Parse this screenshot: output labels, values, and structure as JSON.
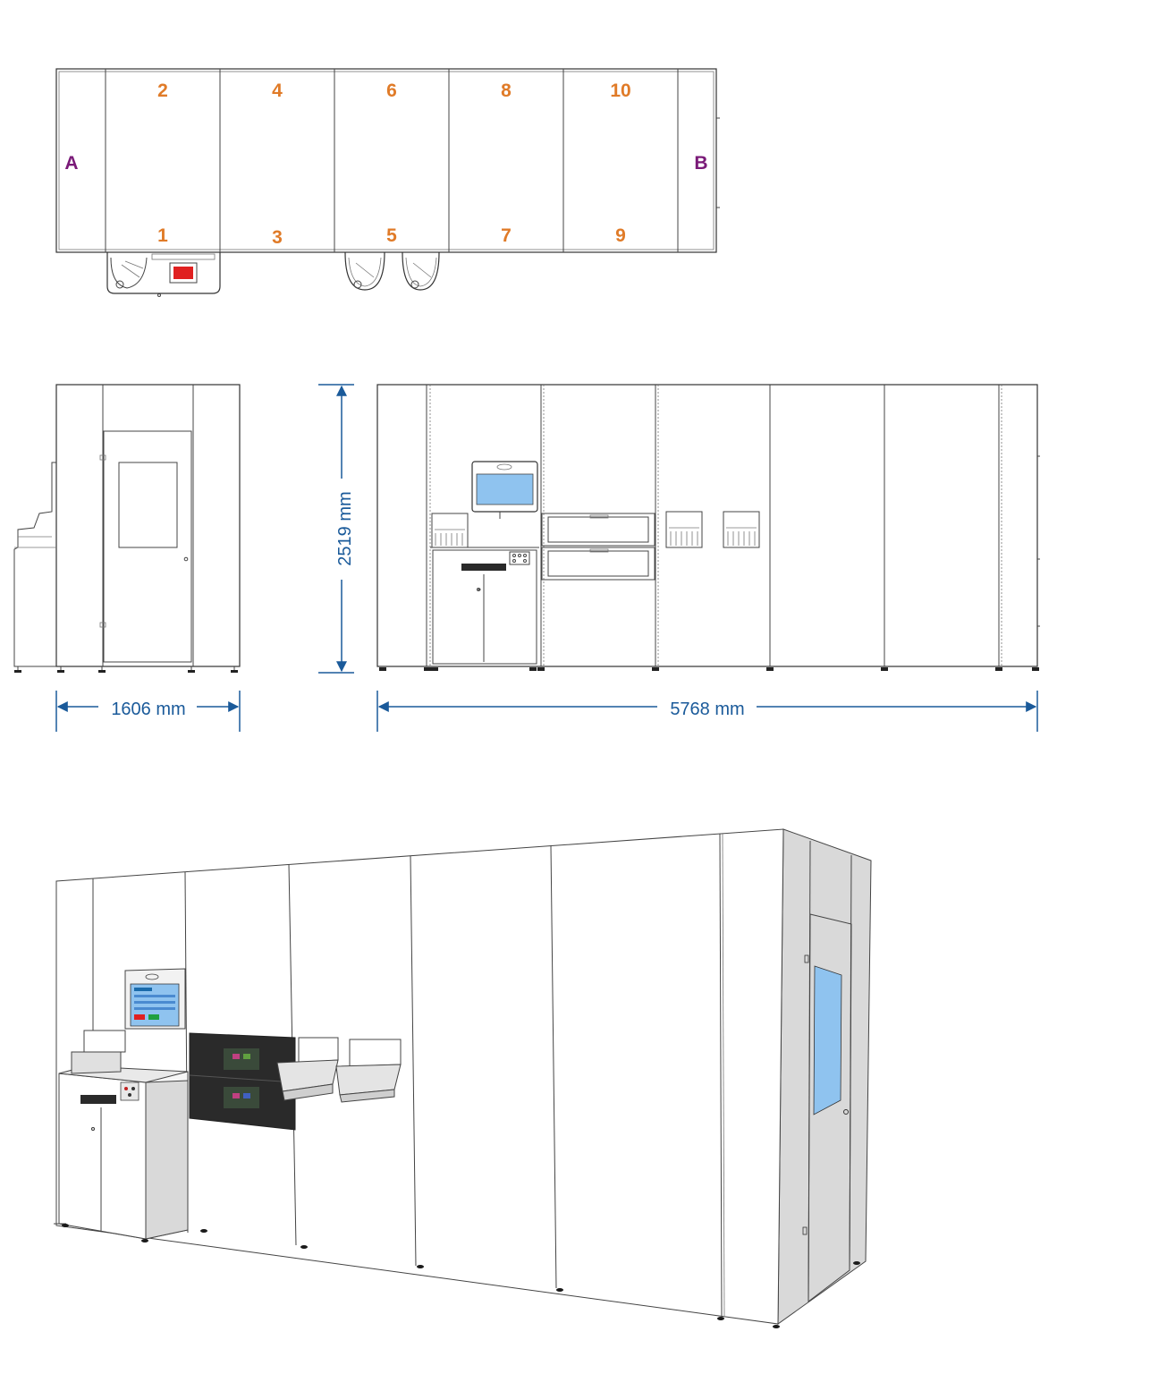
{
  "colors": {
    "position_label": "#e07b28",
    "end_label": "#7a1a78",
    "dimension": "#1a5a9a",
    "screen": "#8fc3ef",
    "indicator": "#e02020",
    "panel_side": "#d9d9d9",
    "tray_dark": "#2a2a2a"
  },
  "top_view": {
    "positions_top": [
      "2",
      "4",
      "6",
      "8",
      "10"
    ],
    "positions_bottom": [
      "1",
      "3",
      "5",
      "7",
      "9"
    ],
    "end_a": "A",
    "end_b": "B"
  },
  "dimensions": {
    "width": "1606 mm",
    "height": "2519 mm",
    "length": "5768 mm"
  }
}
